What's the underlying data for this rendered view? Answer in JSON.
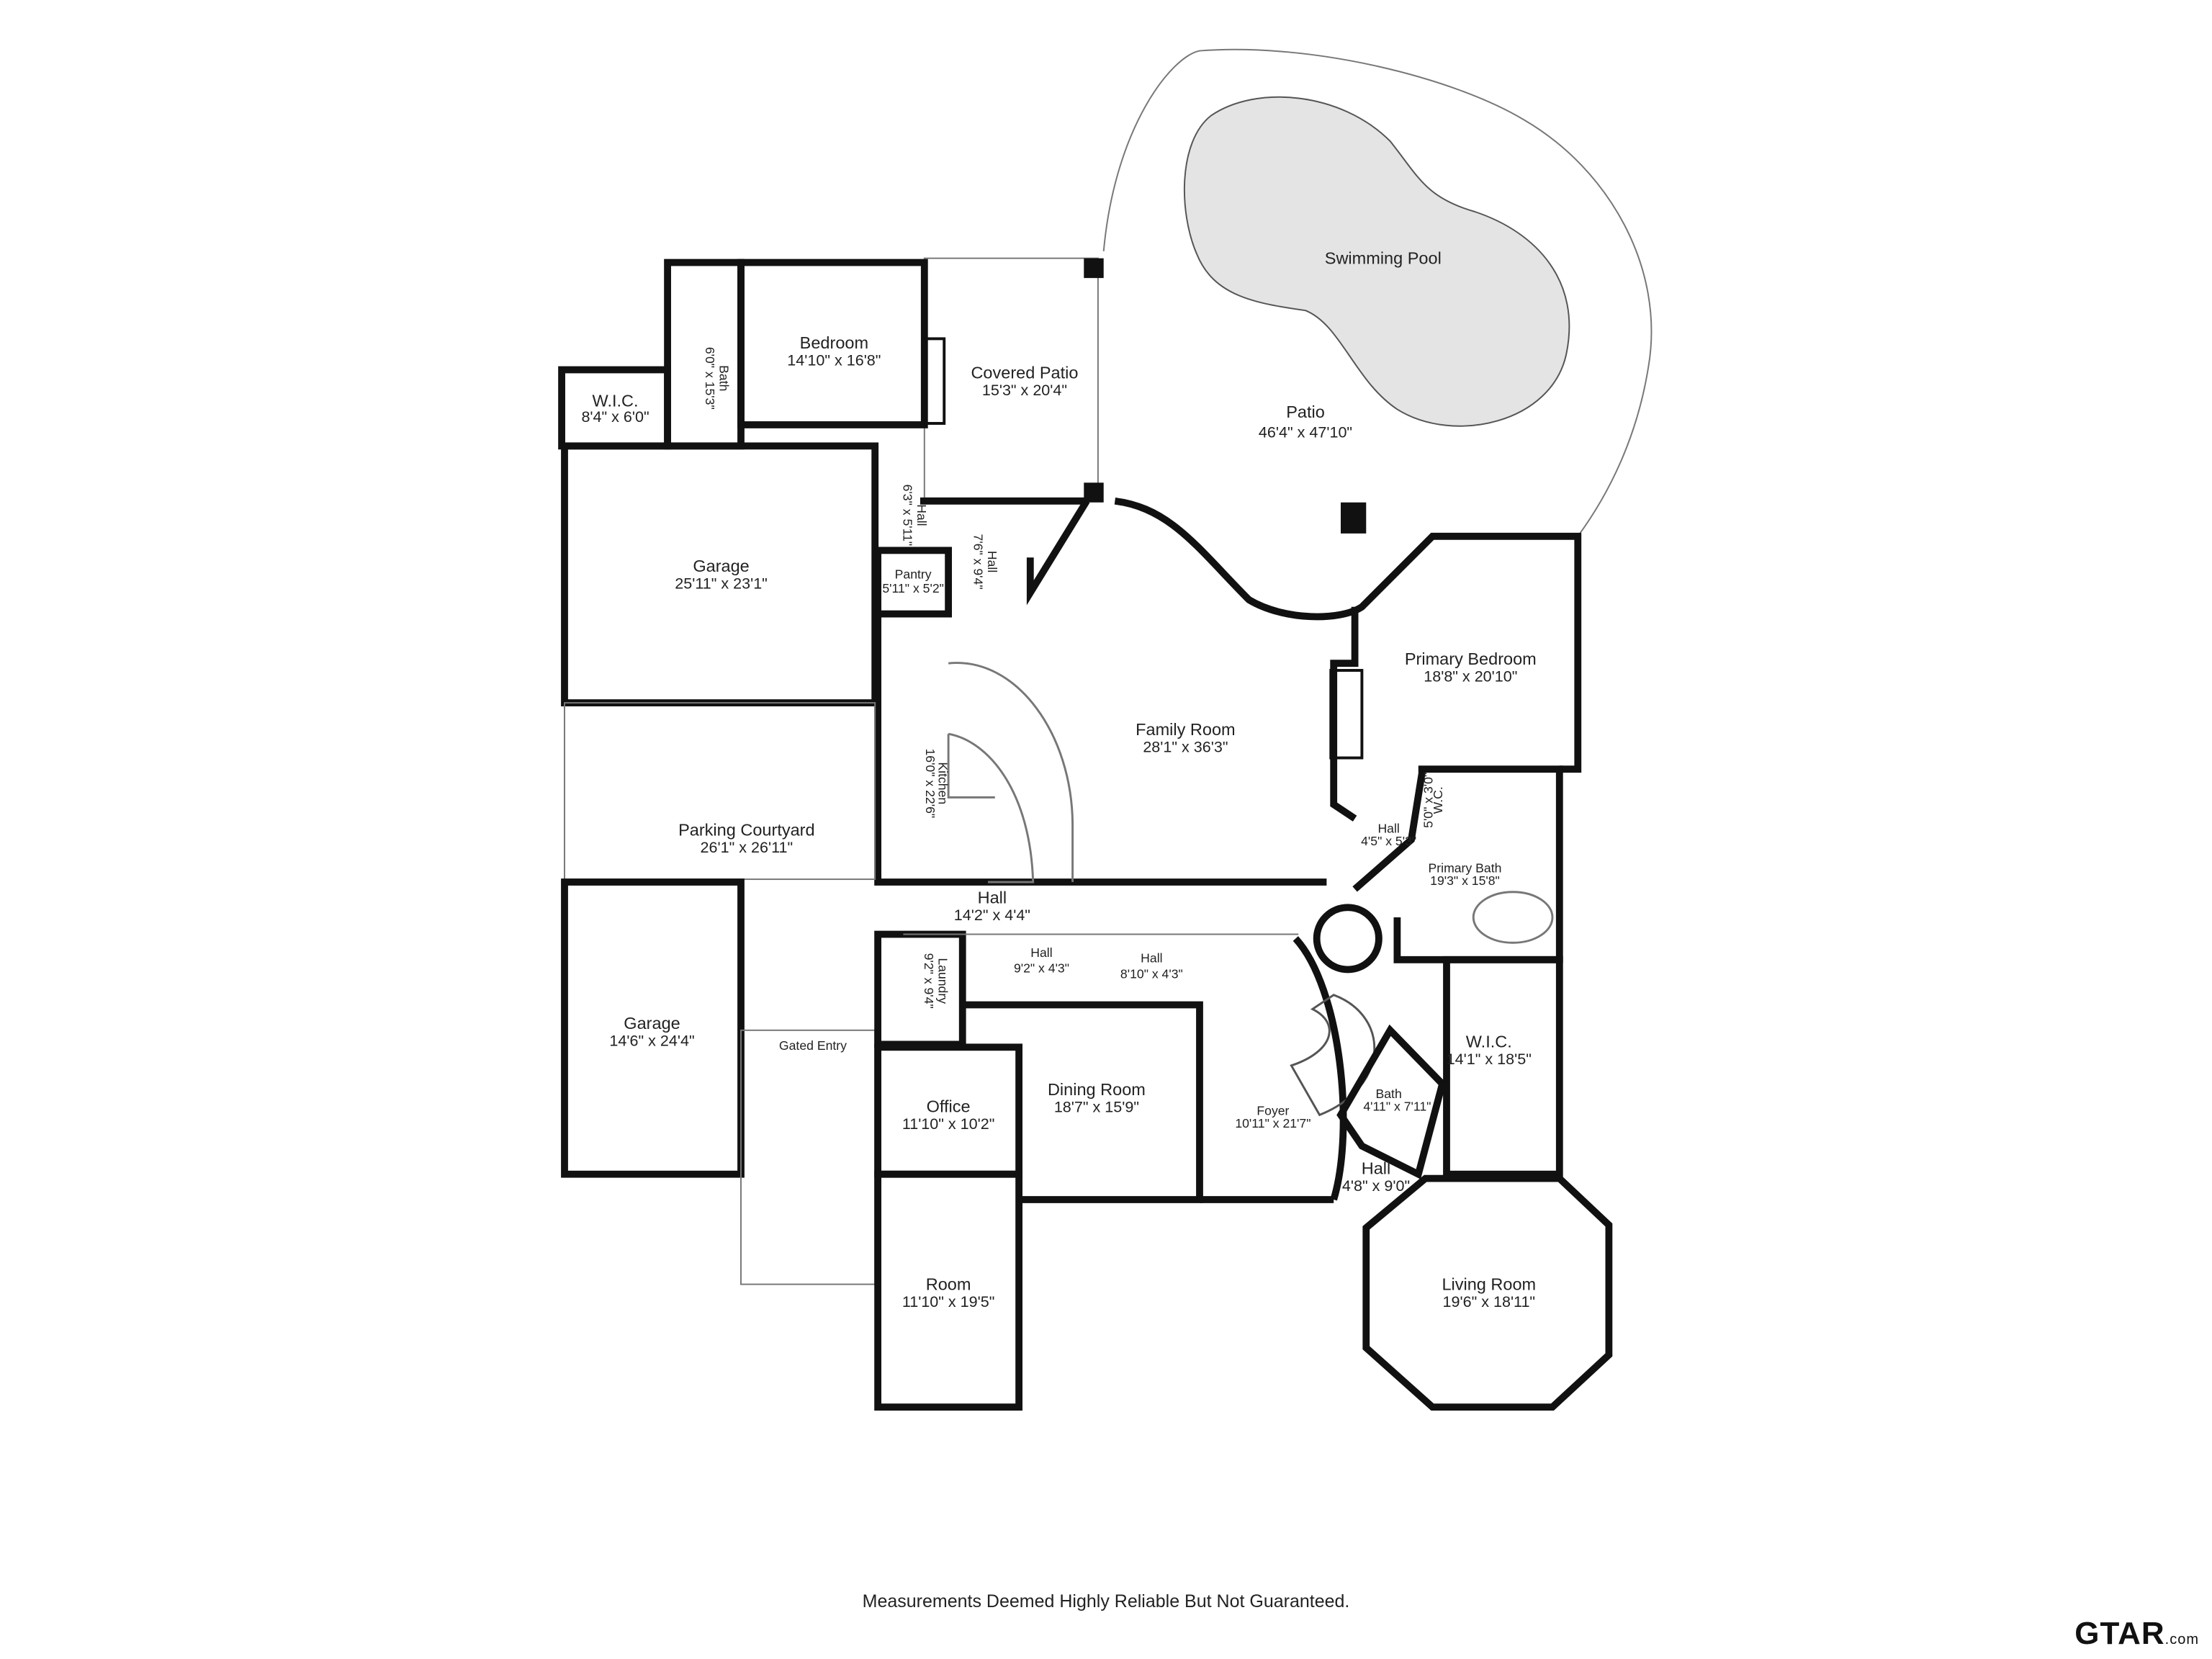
{
  "rooms": {
    "swimming_pool": {
      "name": "Swimming Pool",
      "dim": ""
    },
    "patio": {
      "name": "Patio",
      "dim": "46'4\" x 47'10\""
    },
    "covered_patio": {
      "name": "Covered Patio",
      "dim": "15'3\" x 20'4\""
    },
    "bedroom": {
      "name": "Bedroom",
      "dim": "14'10\" x 16'8\""
    },
    "bath_upper": {
      "name": "Bath",
      "dim": "6'0\" x 15'3\""
    },
    "wic_upper": {
      "name": "W.I.C.",
      "dim": "8'4\" x 6'0\""
    },
    "garage_upper": {
      "name": "Garage",
      "dim": "25'11\" x 23'1\""
    },
    "hall_small": {
      "name": "Hall",
      "dim": "6'3\" x 5'11\""
    },
    "hall_upper": {
      "name": "Hall",
      "dim": "7'6\" x 9'4\""
    },
    "pantry": {
      "name": "Pantry",
      "dim": "5'11\" x 5'2\""
    },
    "kitchen": {
      "name": "Kitchen",
      "dim": "16'0\" x 22'6\""
    },
    "family_room": {
      "name": "Family Room",
      "dim": "28'1\" x 36'3\""
    },
    "primary_bedroom": {
      "name": "Primary Bedroom",
      "dim": "18'8\" x 20'10\""
    },
    "hall_primary": {
      "name": "Hall",
      "dim": "4'5\" x 5'3\""
    },
    "wc": {
      "name": "W.C.",
      "dim": "5'0\" x 3'0\""
    },
    "primary_bath": {
      "name": "Primary Bath",
      "dim": "19'3\" x 15'8\""
    },
    "parking_courtyard": {
      "name": "Parking Courtyard",
      "dim": "26'1\" x 26'11\""
    },
    "hall_kitchen": {
      "name": "Hall",
      "dim": "14'2\" x 4'4\""
    },
    "hall_a": {
      "name": "Hall",
      "dim": "9'2\" x 4'3\""
    },
    "hall_b": {
      "name": "Hall",
      "dim": "8'10\" x 4'3\""
    },
    "laundry": {
      "name": "Laundry",
      "dim": "9'2\" x 9'4\""
    },
    "garage_lower": {
      "name": "Garage",
      "dim": "14'6\" x 24'4\""
    },
    "gated_entry": {
      "name": "Gated Entry",
      "dim": ""
    },
    "office": {
      "name": "Office",
      "dim": "11'10\" x 10'2\""
    },
    "dining_room": {
      "name": "Dining Room",
      "dim": "18'7\" x 15'9\""
    },
    "foyer": {
      "name": "Foyer",
      "dim": "10'11\" x 21'7\""
    },
    "bath_lower": {
      "name": "Bath",
      "dim": "4'11\" x 7'11\""
    },
    "wic_primary": {
      "name": "W.I.C.",
      "dim": "14'1\" x 18'5\""
    },
    "hall_lower": {
      "name": "Hall",
      "dim": "4'8\" x 9'0\""
    },
    "room": {
      "name": "Room",
      "dim": "11'10\" x 19'5\""
    },
    "living_room": {
      "name": "Living Room",
      "dim": "19'6\" x 18'11\""
    }
  },
  "footer": {
    "disclaimer": "Measurements Deemed Highly Reliable But Not Guaranteed."
  },
  "logo": {
    "text": "GTAR",
    "suffix": ".com"
  },
  "colors": {
    "wall": "#111111",
    "pool": "#e4e4e4",
    "line": "#777777",
    "background": "#ffffff"
  }
}
